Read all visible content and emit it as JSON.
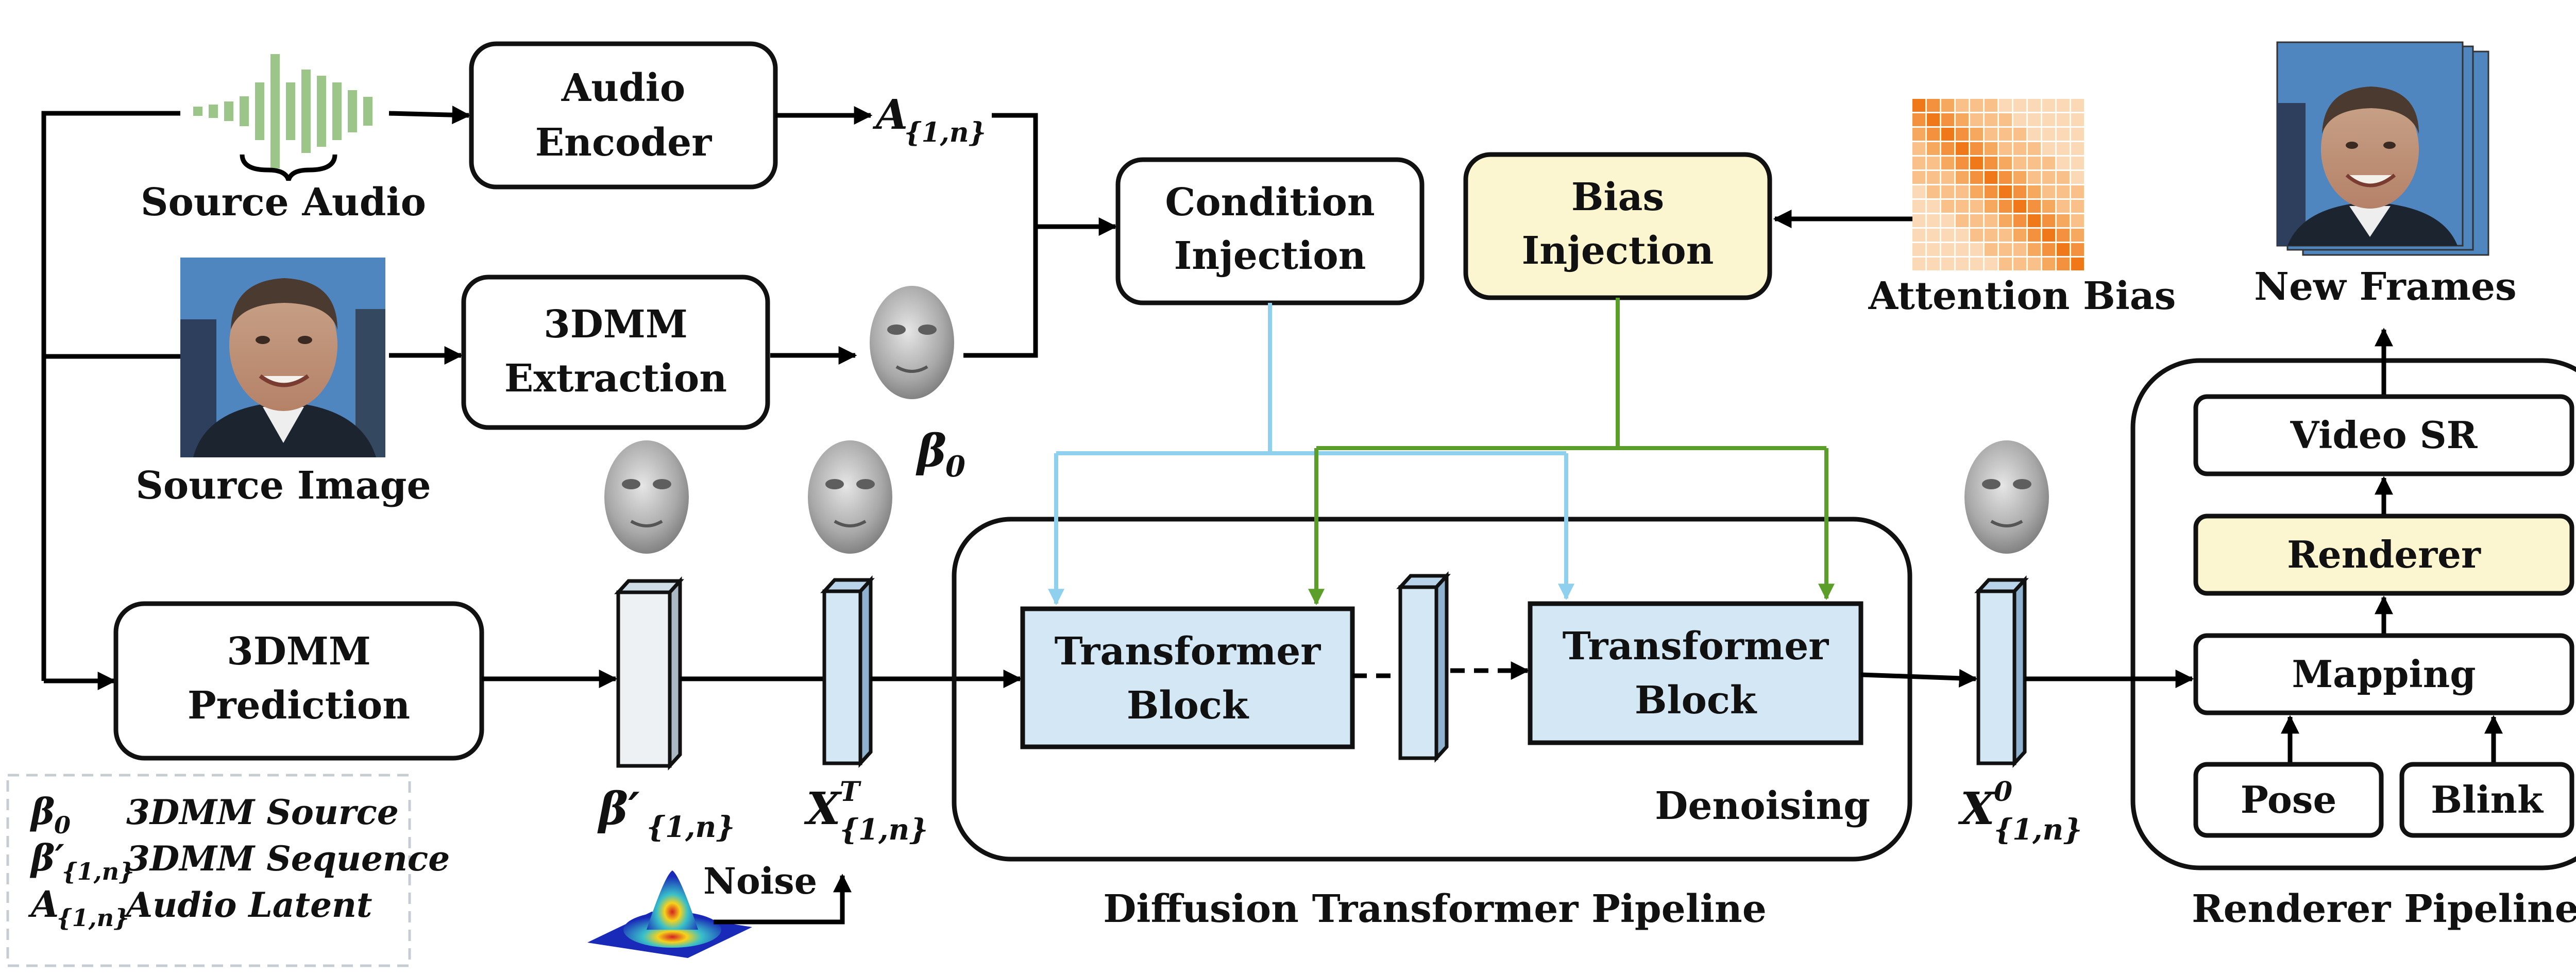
{
  "inputs": {
    "source_audio_label": "Source Audio",
    "source_image_label": "Source Image"
  },
  "modules": {
    "audio_encoder": [
      "Audio",
      "Encoder"
    ],
    "dmm_extraction": [
      "3DMM",
      "Extraction"
    ],
    "dmm_prediction": [
      "3DMM",
      "Prediction"
    ],
    "condition_injection": [
      "Condition",
      "Injection"
    ],
    "bias_injection": [
      "Bias",
      "Injection"
    ],
    "transformer_block_1": [
      "Transformer",
      "Block"
    ],
    "transformer_block_2": [
      "Transformer",
      "Block"
    ]
  },
  "attention_bias_label": "Attention Bias",
  "new_frames_label": "New Frames",
  "denoising_label": "Denoising",
  "noise_label": "Noise",
  "pipeline_titles": {
    "diffusion": "Diffusion Transformer Pipeline",
    "renderer": "Renderer Pipeline"
  },
  "renderer_pipeline": {
    "video_sr": "Video SR",
    "renderer": "Renderer",
    "mapping": "Mapping",
    "pose": "Pose",
    "blink": "Blink"
  },
  "symbols": {
    "audio_latent": {
      "base": "A",
      "sub": "{1,n}"
    },
    "beta0": {
      "base": "β",
      "sub": "0"
    },
    "beta_prime": {
      "base": "β′",
      "sub": "{1,n}"
    },
    "x_T": {
      "base": "X",
      "sup": "T",
      "sub": "{1,n}"
    },
    "x_0": {
      "base": "X",
      "sup": "0",
      "sub": "{1,n}"
    }
  },
  "legend": [
    {
      "symbol": "β",
      "sub": "0",
      "text": "3DMM Source"
    },
    {
      "symbol": "β′",
      "sub": "{1,n}",
      "text": "3DMM Sequence"
    },
    {
      "symbol": "A",
      "sub": "{1,n}",
      "text": "Audio Latent"
    }
  ],
  "colors": {
    "highlight_fill": "#fbf6d0",
    "block_fill": "#d3e7f5",
    "condition_line": "#8fd0ee",
    "bias_line": "#5b9e2a",
    "audio_wave": "#9cc58a"
  }
}
